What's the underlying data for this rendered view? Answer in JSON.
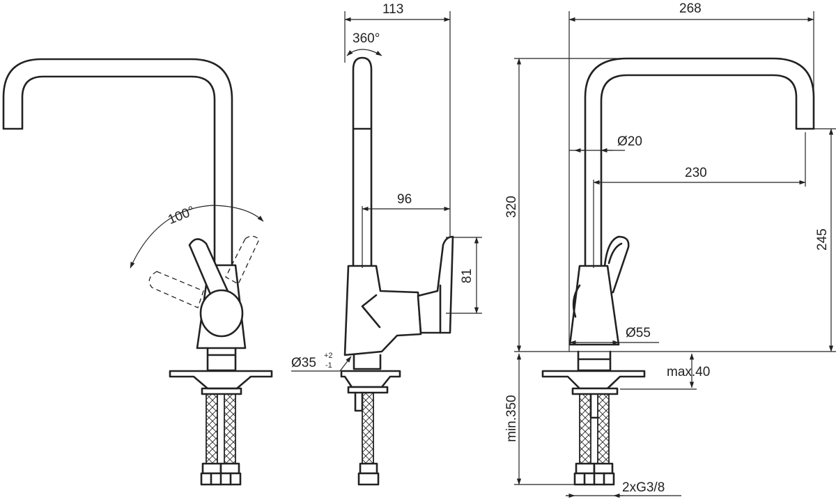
{
  "views": {
    "front": {
      "angle_label": "100°"
    },
    "side": {
      "top_width_label": "113",
      "rotation_label": "360°",
      "lever_reach_label": "96",
      "lever_height_label": "81",
      "hole_diameter_label": "Ø35",
      "hole_tol_upper": "+2",
      "hole_tol_lower": "-1"
    },
    "right": {
      "overall_width_label": "268",
      "spout_diameter_label": "Ø20",
      "spout_reach_label": "230",
      "overall_height_label": "320",
      "spout_height_label": "245",
      "base_diameter_label": "Ø55",
      "max_thickness_label": "max.40",
      "min_hose_label": "min.350",
      "connection_label": "2xG3/8"
    }
  },
  "colors": {
    "line": "#222222",
    "background": "#ffffff"
  }
}
